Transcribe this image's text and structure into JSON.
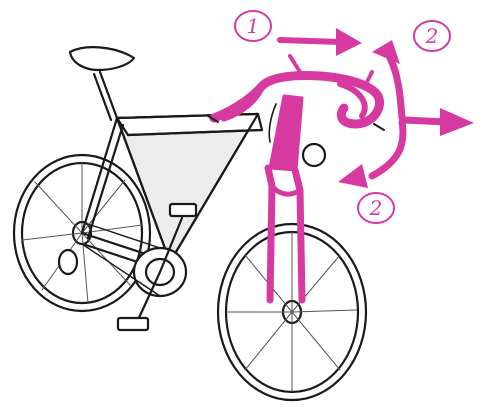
{
  "colors": {
    "outline": "#1a1a1a",
    "frame_fill": "#ececec",
    "highlight": "#d63aa0",
    "arrow": "#d63aa0",
    "label": "#d63aa0"
  },
  "step_labels": {
    "one": "1",
    "two_top": "2",
    "two_bottom": "2"
  }
}
